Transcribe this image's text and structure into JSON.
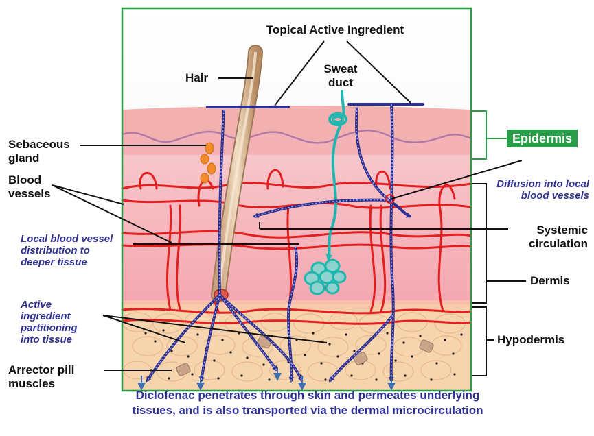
{
  "title": "Topical Active Ingredient",
  "structures": {
    "hair": "Hair",
    "sweat_duct": "Sweat duct",
    "sebaceous_gland": "Sebaceous gland",
    "blood_vessels": "Blood vessels",
    "arrector_pili": "Arrector pili muscles"
  },
  "layers": {
    "epidermis": "Epidermis",
    "dermis": "Dermis",
    "hypodermis": "Hypodermis"
  },
  "processes": {
    "diffusion": "Diffusion into local blood vessels",
    "systemic": "Systemic circulation",
    "local_distribution": "Local blood vessel distribution to deeper tissue",
    "partitioning": "Active ingredient partitioning into tissue"
  },
  "caption": "Diclofenac penetrates through skin and permeates underlying tissues, and is also transported via the dermal microcirculation",
  "colors": {
    "frame": "#2a9d48",
    "epidermis": "#f2b3b0",
    "dermis": "#f6b9c0",
    "hypodermis": "#f6d9b2",
    "vessel": "#e02020",
    "drug": "#2e3192",
    "sweat": "#1fb6b0"
  }
}
